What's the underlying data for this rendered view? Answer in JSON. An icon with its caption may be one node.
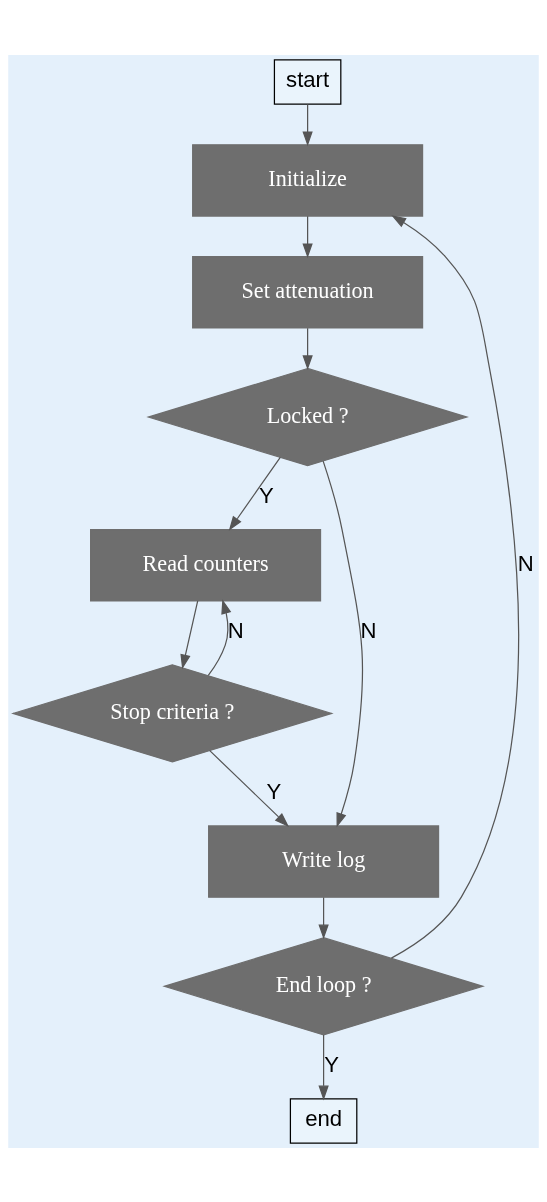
{
  "diagram": {
    "nodes": [
      {
        "text": [
          "start"
        ]
      },
      {
        "text": [
          "Initialize"
        ]
      },
      {
        "text": [
          "Set attenuation"
        ]
      },
      {
        "text": [
          "Locked ?"
        ]
      },
      {
        "text": [
          "Read counters"
        ]
      },
      {
        "text": [
          "Stop criteria ?"
        ]
      },
      {
        "text": [
          "Write log"
        ]
      },
      {
        "text": [
          "End loop ?"
        ]
      },
      {
        "text": [
          "end"
        ]
      }
    ],
    "edges": [
      {
        "from": 0,
        "to": 1,
        "arrow": "to"
      },
      {
        "from": 1,
        "to": 2,
        "arrow": "to"
      },
      {
        "from": 2,
        "to": 3,
        "arrow": "to"
      },
      {
        "from": 3,
        "to": 4,
        "arrow": "to",
        "label": "Y"
      },
      {
        "from": 3,
        "to": 6,
        "arrow": "to",
        "label": "N"
      },
      {
        "from": 4,
        "to": 5,
        "arrow": "to"
      },
      {
        "from": 5,
        "to": 4,
        "arrow": "to",
        "label": "N"
      },
      {
        "from": 5,
        "to": 6,
        "arrow": "to",
        "label": "Y"
      },
      {
        "from": 6,
        "to": 7,
        "arrow": "to"
      },
      {
        "from": 7,
        "to": 1,
        "arrow": "to",
        "label": "N"
      },
      {
        "from": 7,
        "to": 8,
        "arrow": "to",
        "label": "Y"
      }
    ]
  }
}
